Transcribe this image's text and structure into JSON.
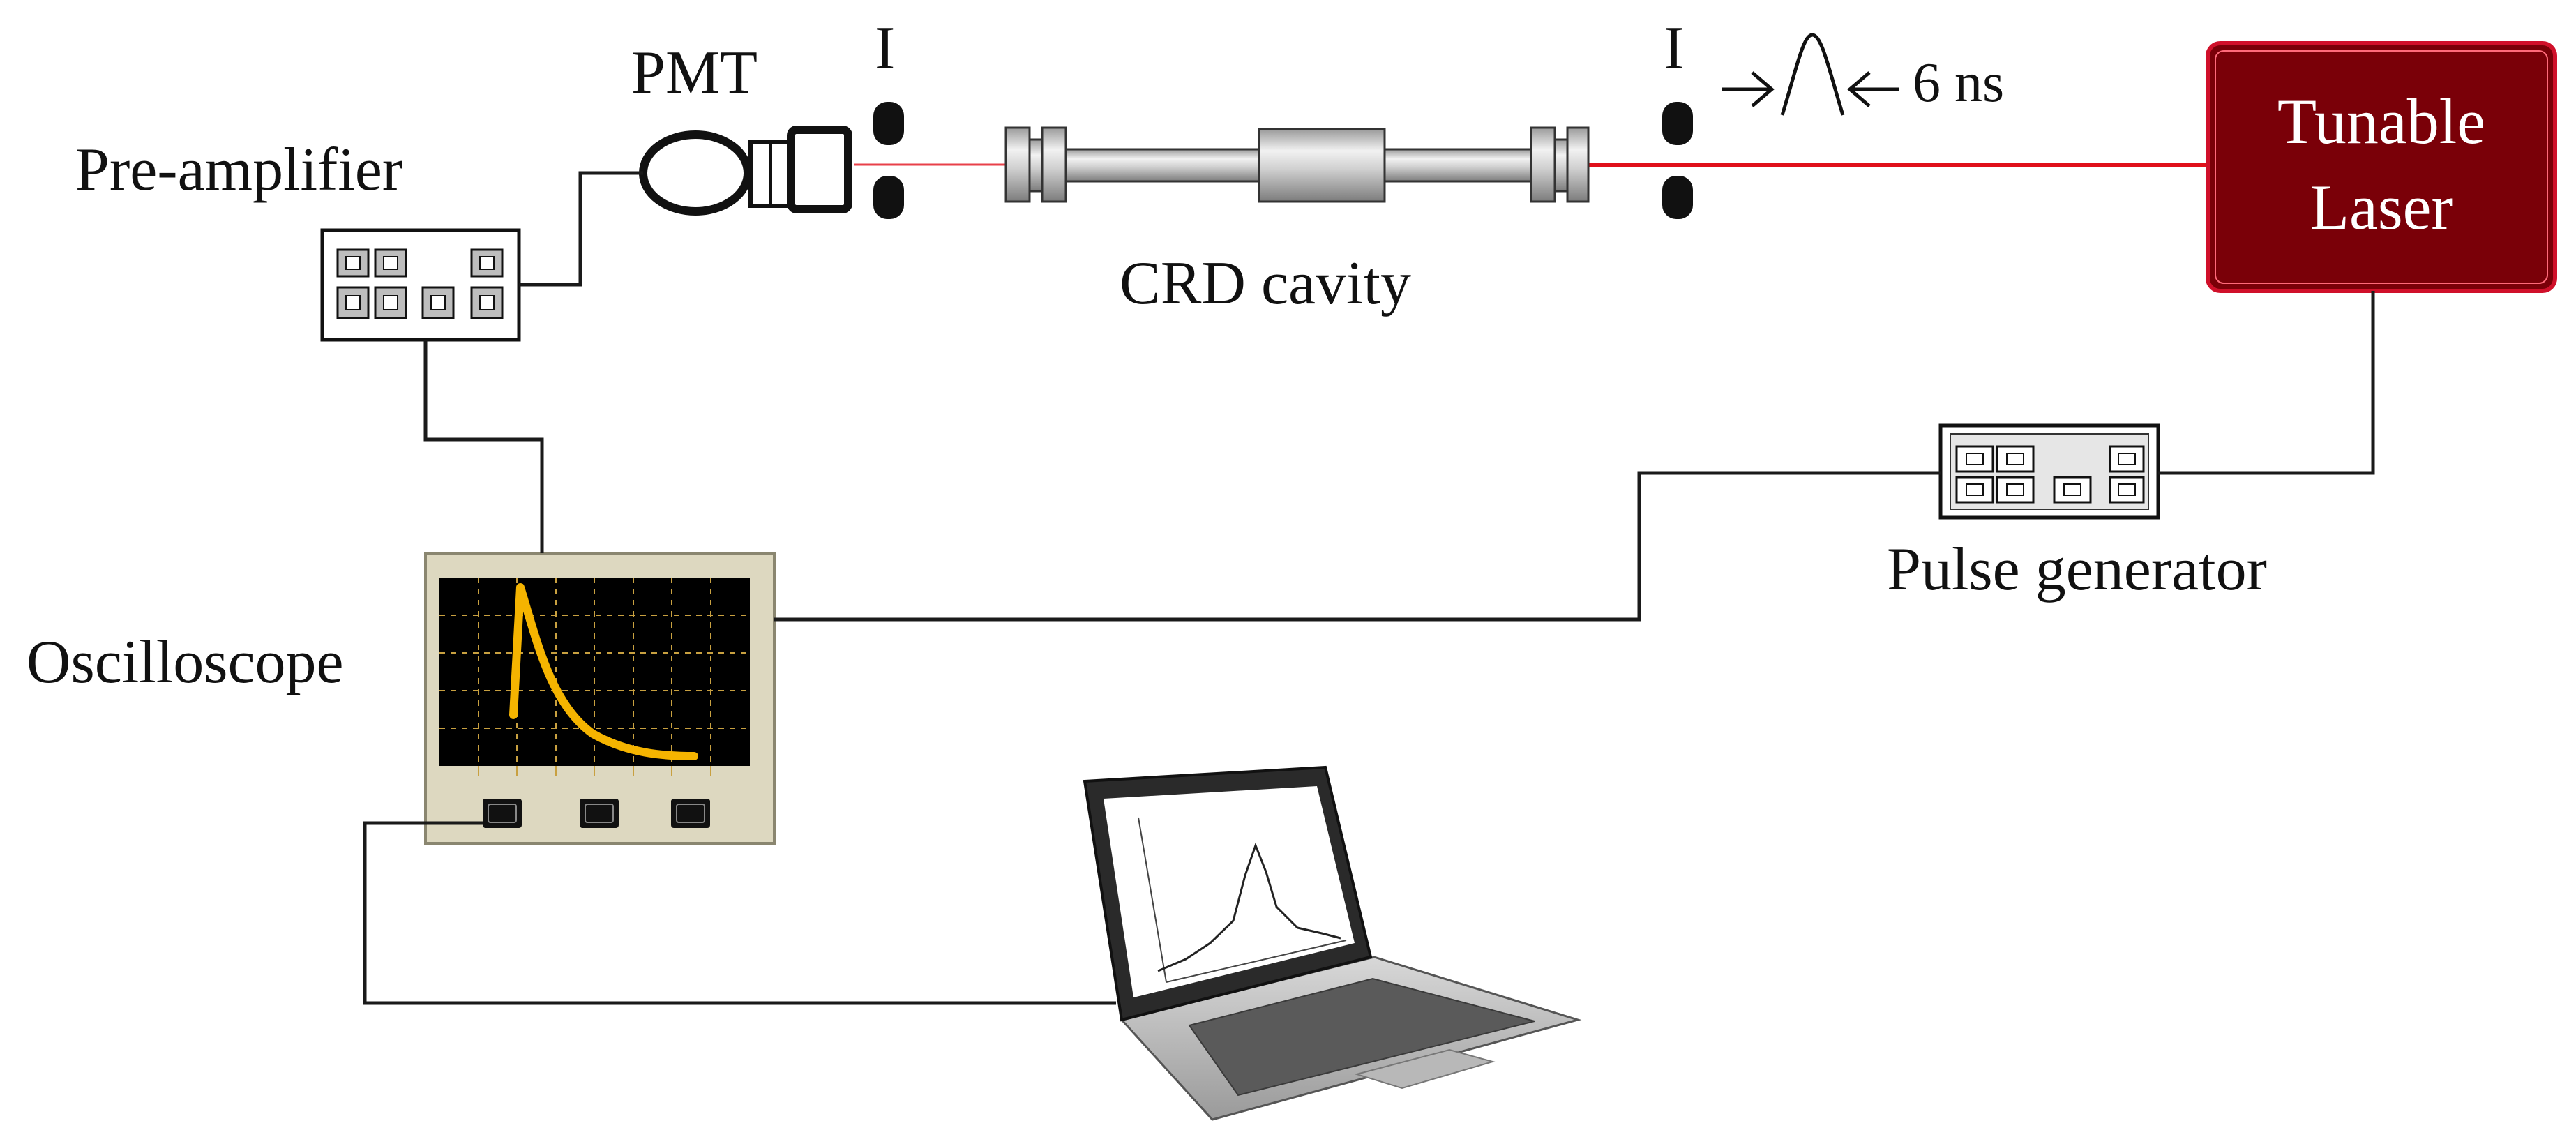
{
  "labels": {
    "pmt": "PMT",
    "preamp": "Pre-amplifier",
    "iris": "I",
    "pulse_width": "6 ns",
    "cavity": "CRD cavity",
    "laser_line1": "Tunable",
    "laser_line2": "Laser",
    "pulse_generator": "Pulse generator",
    "oscilloscope": "Oscilloscope"
  },
  "colors": {
    "laser_box": "#7a0008",
    "laser_border": "#d0102a",
    "beam": "#e0101a",
    "scope_trace": "#f5b400",
    "scope_body": "#ddd8c0",
    "scope_screen": "#000000",
    "scope_grid": "#c8a040"
  },
  "icons": {
    "pmt": "pmt-detector-icon",
    "iris": "iris-aperture-icon",
    "cavity": "optical-cavity-tube-icon",
    "pulse": "gaussian-pulse-icon",
    "laptop": "laptop-icon"
  }
}
